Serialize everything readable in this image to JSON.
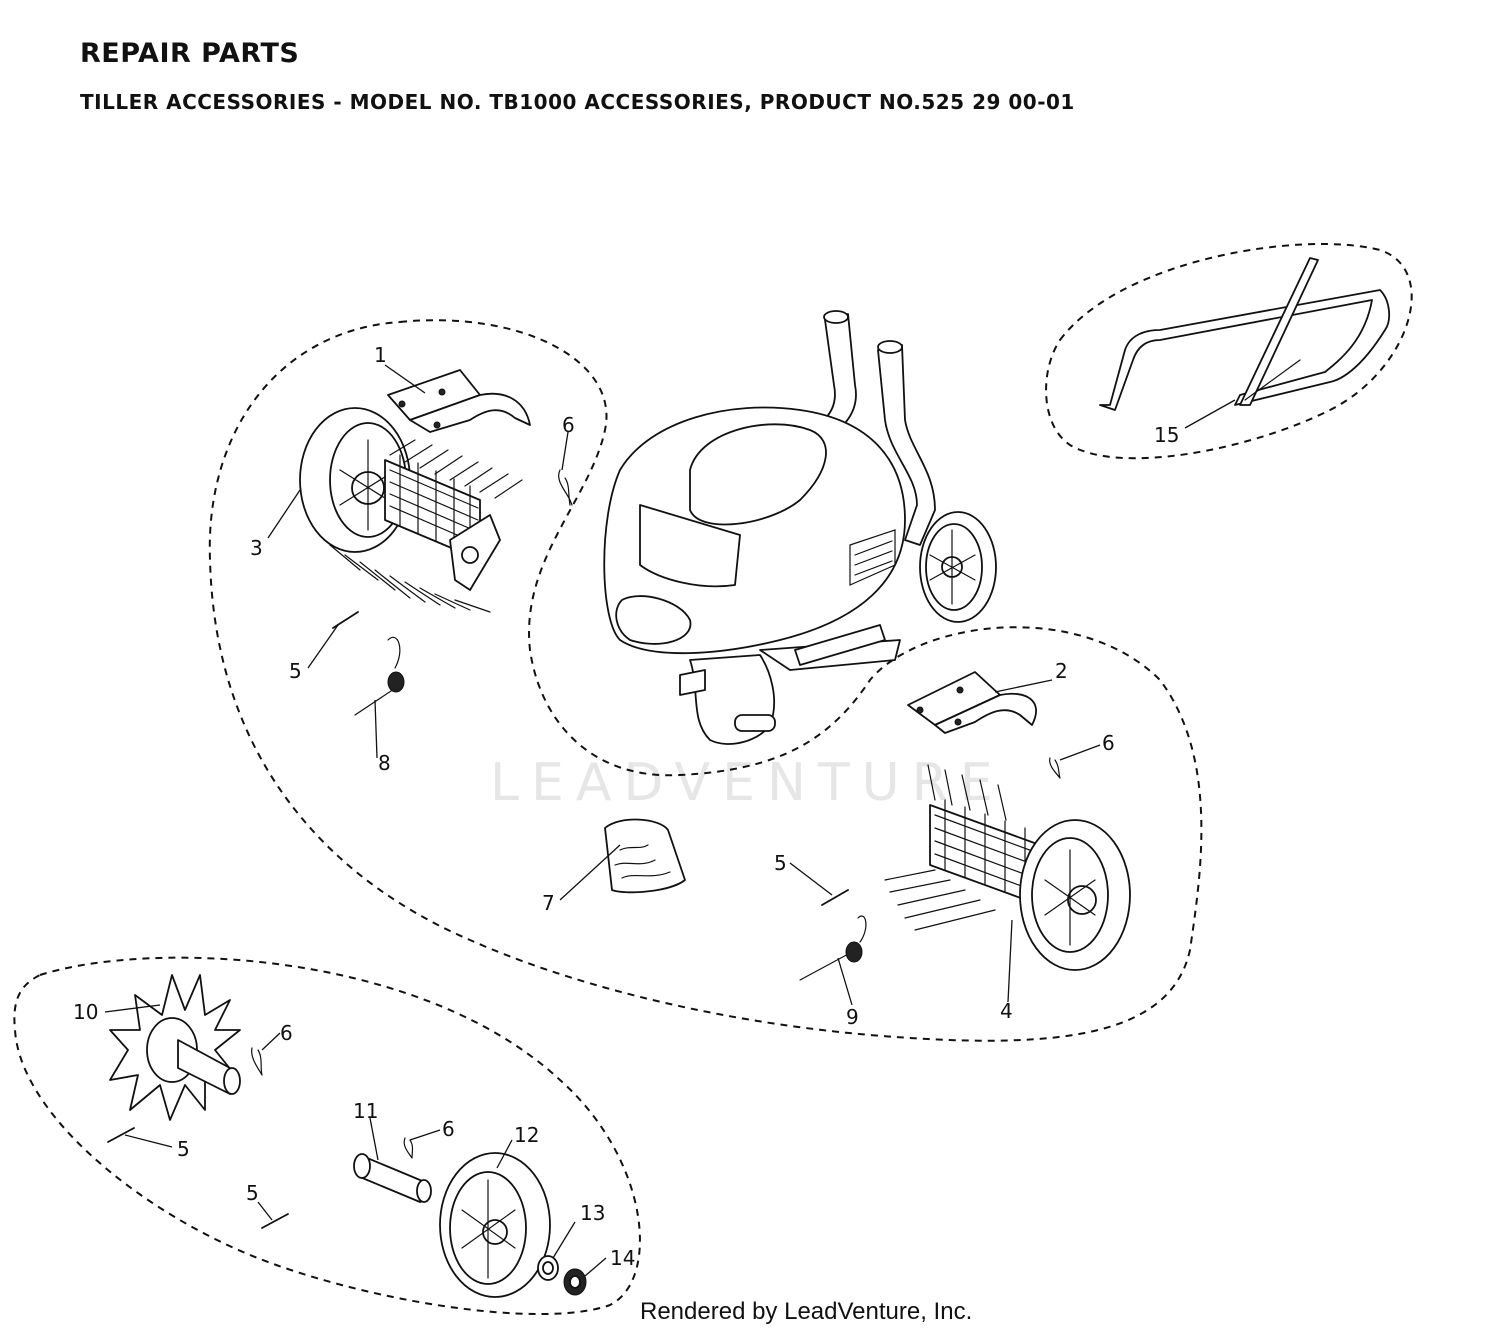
{
  "header": {
    "title": "REPAIR PARTS",
    "subtitle": "TILLER ACCESSORIES - MODEL NO. TB1000 ACCESSORIES, PRODUCT NO.525 29 00-01"
  },
  "watermark": "LEADVENTURE",
  "footer": {
    "credit": "Rendered by LeadVenture, Inc."
  },
  "callouts": [
    {
      "id": "1",
      "label": "1"
    },
    {
      "id": "2",
      "label": "2"
    },
    {
      "id": "3",
      "label": "3"
    },
    {
      "id": "4",
      "label": "4"
    },
    {
      "id": "5a",
      "label": "5"
    },
    {
      "id": "5b",
      "label": "5"
    },
    {
      "id": "5c",
      "label": "5"
    },
    {
      "id": "5d",
      "label": "5"
    },
    {
      "id": "6a",
      "label": "6"
    },
    {
      "id": "6b",
      "label": "6"
    },
    {
      "id": "6c",
      "label": "6"
    },
    {
      "id": "6d",
      "label": "6"
    },
    {
      "id": "7",
      "label": "7"
    },
    {
      "id": "8",
      "label": "8"
    },
    {
      "id": "9",
      "label": "9"
    },
    {
      "id": "10",
      "label": "10"
    },
    {
      "id": "11",
      "label": "11"
    },
    {
      "id": "12",
      "label": "12"
    },
    {
      "id": "13",
      "label": "13"
    },
    {
      "id": "14",
      "label": "14"
    },
    {
      "id": "15",
      "label": "15"
    }
  ]
}
